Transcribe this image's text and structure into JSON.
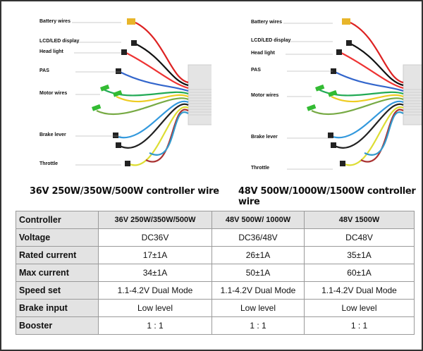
{
  "photos": [
    {
      "labels": [
        "Battery wires",
        "LCD/LED display",
        "Head light",
        "PAS",
        "Motor wires",
        "Brake lever",
        "Throttle"
      ],
      "caption": "36V 250W/350W/500W controller wire"
    },
    {
      "labels": [
        "Battery wires",
        "LCD/LED display",
        "Head light",
        "PAS",
        "Motor wires",
        "Brake lever",
        "Throttle"
      ],
      "caption": "48V 500W/1000W/1500W controller wire"
    }
  ],
  "table": {
    "header": [
      "Controller",
      "36V 250W/350W/500W",
      "48V 500W/ 1000W",
      "48V 1500W"
    ],
    "rows": [
      [
        "Voltage",
        "DC36V",
        "DC36/48V",
        "DC48V"
      ],
      [
        "Rated current",
        "17±1A",
        "26±1A",
        "35±1A"
      ],
      [
        "Max current",
        "34±1A",
        "50±1A",
        "60±1A"
      ],
      [
        "Speed set",
        "1.1-4.2V Dual Mode",
        "1.1-4.2V Dual Mode",
        "1.1-4.2V Dual Mode"
      ],
      [
        "Brake input",
        "Low level",
        "Low level",
        "Low level"
      ],
      [
        "Booster",
        "1 : 1",
        "1 : 1",
        "1 : 1"
      ]
    ]
  }
}
